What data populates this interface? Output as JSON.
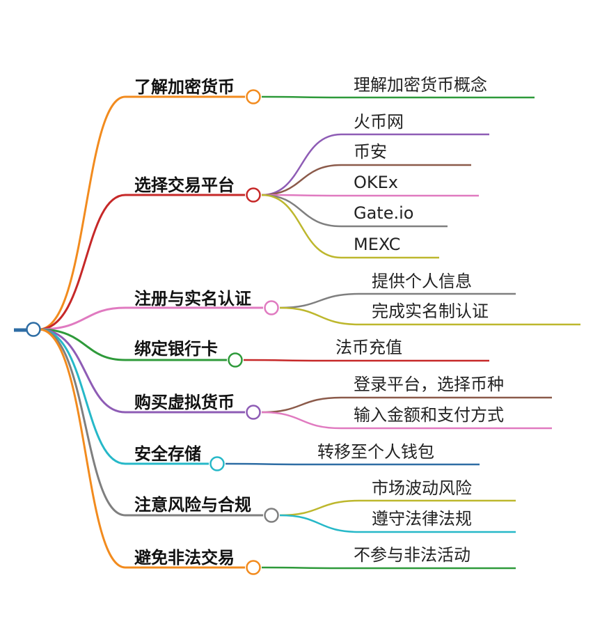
{
  "mindmap": {
    "root": {
      "label": "",
      "color": "#2E6DA4"
    },
    "branches": [
      {
        "label": "了解加密货币",
        "color": "#F28B1E",
        "children": [
          {
            "label": "理解加密货币概念",
            "color": "#2E9A3A"
          }
        ]
      },
      {
        "label": "选择交易平台",
        "color": "#C62828",
        "children": [
          {
            "label": "火币网",
            "color": "#8E5CB5"
          },
          {
            "label": "币安",
            "color": "#8B5A4A"
          },
          {
            "label": "OKEx",
            "color": "#E07AC0"
          },
          {
            "label": "Gate.io",
            "color": "#7F7F7F"
          },
          {
            "label": "MEXC",
            "color": "#BDB72D"
          }
        ]
      },
      {
        "label": "注册与实名认证",
        "color": "#E07AC0",
        "children": [
          {
            "label": "提供个人信息",
            "color": "#7F7F7F"
          },
          {
            "label": "完成实名制认证",
            "color": "#BDB72D"
          }
        ]
      },
      {
        "label": "绑定银行卡",
        "color": "#2E9A3A",
        "children": [
          {
            "label": "法币充值",
            "color": "#C62828"
          }
        ]
      },
      {
        "label": "购买虚拟货币",
        "color": "#8E5CB5",
        "children": [
          {
            "label": "登录平台，选择币种",
            "color": "#8B5A4A"
          },
          {
            "label": "输入金额和支付方式",
            "color": "#E07AC0"
          }
        ]
      },
      {
        "label": "安全存储",
        "color": "#26B8C8",
        "children": [
          {
            "label": "转移至个人钱包",
            "color": "#2E6DA4"
          }
        ]
      },
      {
        "label": "注意风险与合规",
        "color": "#7F7F7F",
        "children": [
          {
            "label": "市场波动风险",
            "color": "#BDB72D"
          },
          {
            "label": "遵守法律法规",
            "color": "#26B8C8"
          }
        ]
      },
      {
        "label": "避免非法交易",
        "color": "#F28B1E",
        "children": [
          {
            "label": "不参与非法活动",
            "color": "#2E9A3A"
          }
        ]
      }
    ]
  }
}
